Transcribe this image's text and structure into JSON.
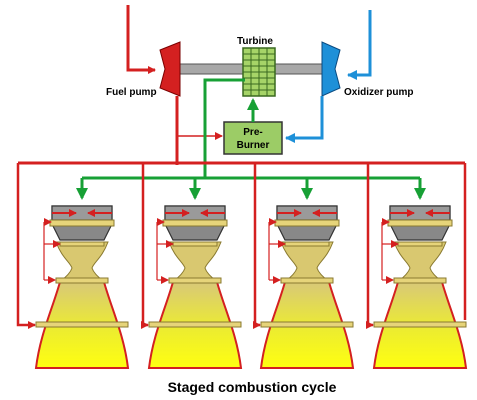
{
  "labels": {
    "turbine": "Turbine",
    "fuel_pump": "Fuel pump",
    "oxidizer_pump": "Oxidizer pump",
    "preburner_line1": "Pre-",
    "preburner_line2": "Burner",
    "caption": "Staged combustion cycle"
  },
  "colors": {
    "fuel": "#d42020",
    "oxidizer": "#1e90d8",
    "hot_gas": "#17a035",
    "shaft": "#a8a8a8",
    "turbine_fill": "#a6d468",
    "preburner_fill": "#9ccc66",
    "chamber_top": "#888888",
    "nozzle_top": "#d9c870",
    "nozzle_bottom": "#ffff10",
    "band": "#e6d47a"
  },
  "engine_count": 4
}
